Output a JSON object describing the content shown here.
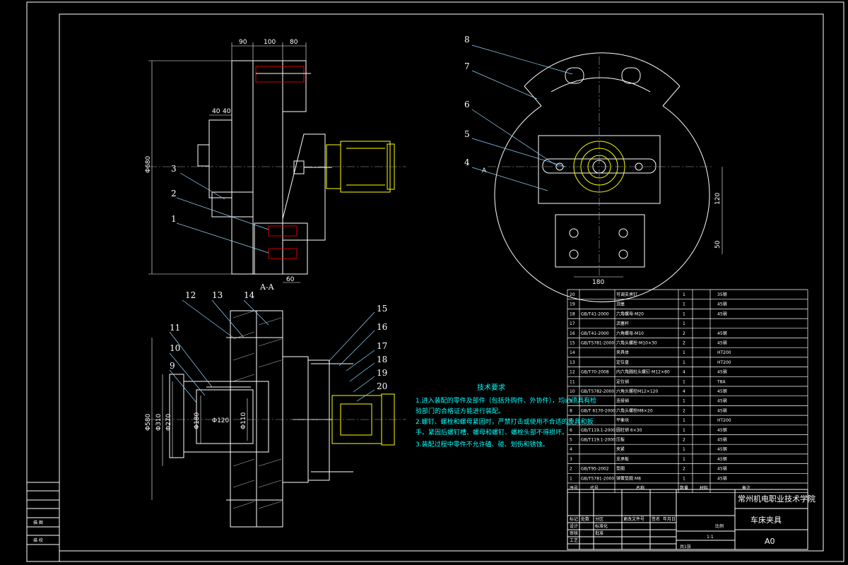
{
  "left_margin": {
    "label_1": "描 图",
    "label_2": "描 校"
  },
  "front_view": {
    "dims_top": [
      "90",
      "100",
      "80"
    ],
    "dims_mid": [
      "40",
      "40"
    ],
    "dim_height": "Φ680",
    "dim_bottom": "60",
    "section_label": "A-A",
    "balloons": [
      "1",
      "2",
      "3"
    ]
  },
  "side_view": {
    "balloons": [
      "4",
      "5",
      "6",
      "7",
      "8"
    ],
    "section_mark": "A",
    "dims": [
      "180",
      "120",
      "50"
    ]
  },
  "section_view": {
    "balloons_left": [
      "9",
      "10",
      "11",
      "12",
      "13",
      "14"
    ],
    "balloons_right": [
      "15",
      "16",
      "17",
      "18",
      "19",
      "20"
    ],
    "dims": [
      "Φ580",
      "Φ310",
      "Φ270",
      "Φ180",
      "Φ110"
    ],
    "bore_label": "Φ120"
  },
  "notes": {
    "title": "技术要求",
    "lines": [
      "1.进入装配的零件及部件（包括外购件、外协件），均必须具有检",
      "验部门的合格证方能进行装配。",
      "2.螺钉、螺栓和螺母紧固时，严禁打击或使用不合适的旋具和扳",
      "手。紧固后螺钉槽、螺母和螺钉、螺栓头部不得损坏。",
      "3.装配过程中零件不允许磕、碰、划伤和锈蚀。"
    ]
  },
  "bom": {
    "rows": [
      [
        "20",
        "",
        "可调支承钉",
        "1",
        "",
        "35钢"
      ],
      [
        "19",
        "",
        "顶盖",
        "1",
        "",
        "45钢"
      ],
      [
        "18",
        "GB/T41-2000",
        "六角螺母-M20",
        "1",
        "",
        "45钢"
      ],
      [
        "17",
        "",
        "活塞杆",
        "1",
        "",
        ""
      ],
      [
        "16",
        "GB/T41-2000",
        "六角螺母-M10",
        "2",
        "",
        "45钢"
      ],
      [
        "15",
        "GB/T5781-2000",
        "六角头螺栓-M10×30",
        "2",
        "",
        "45钢"
      ],
      [
        "14",
        "",
        "夹具体",
        "1",
        "",
        "HT200"
      ],
      [
        "13",
        "",
        "定位盘",
        "1",
        "",
        "HT200"
      ],
      [
        "12",
        "GB/T70-2008",
        "内六角圆柱头螺钉-M12×80",
        "4",
        "",
        "45钢"
      ],
      [
        "11",
        "",
        "定位销",
        "1",
        "",
        "T8A"
      ],
      [
        "10",
        "GB/T5782-2000",
        "六角头螺栓M12×120",
        "4",
        "",
        "45钢"
      ],
      [
        "9",
        "",
        "连接销",
        "1",
        "",
        "45钢"
      ],
      [
        "8",
        "GB/T 6170-2000",
        "六角头螺栓M8×20",
        "2",
        "",
        "45钢"
      ],
      [
        "7",
        "",
        "平衡块",
        "1",
        "",
        "HT200"
      ],
      [
        "6",
        "GB/T119.1-2000",
        "圆柱销 6×30",
        "1",
        "",
        "45钢"
      ],
      [
        "5",
        "GB/T119.1-2000",
        "压板",
        "2",
        "",
        "45钢"
      ],
      [
        "4",
        "",
        "夹紧",
        "1",
        "",
        "45钢"
      ],
      [
        "3",
        "",
        "支承板",
        "1",
        "",
        "45钢"
      ],
      [
        "2",
        "GB/T95-2002",
        "垫圈",
        "2",
        "",
        "45钢"
      ],
      [
        "1",
        "GB/T5781-2000",
        "弹簧垫圈 M8",
        "1",
        "",
        "45钢"
      ]
    ],
    "header": [
      "序号",
      "代号",
      "名称",
      "数量",
      "材料",
      "备注"
    ]
  },
  "title_block": {
    "school": "常州机电职业技术学院",
    "drawing_name": "车床夹具",
    "paper": "A0",
    "scale_label": "比例",
    "scale": "1:1",
    "sheet": "共1张",
    "rows_small": [
      "标记",
      "处数",
      "分区",
      "更改文件号",
      "签名",
      "年月日"
    ],
    "roles": [
      "设计",
      "审核",
      "工艺",
      "标准化",
      "批准"
    ]
  },
  "colors": {
    "outline": "#ffffff",
    "part": "#ffff00",
    "leader": "#8fd8ff",
    "note": "#00ffff",
    "center": "#aaaaaa"
  }
}
